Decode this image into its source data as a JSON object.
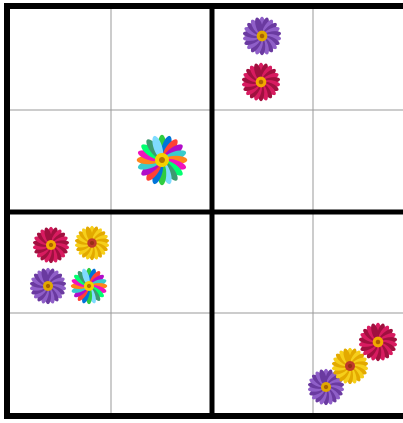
{
  "puzzle": {
    "grid_size": 4,
    "box_size": 2,
    "colors": {
      "board_background": "#ffffff",
      "thin_line": "#9a9a9a",
      "thick_line": "#000000"
    },
    "flower_types": {
      "purple-daisy": {
        "petal": "#8f5fc8",
        "petal_dark": "#6a3aa0",
        "center": "#e0a800"
      },
      "magenta-daisy": {
        "petal": "#d81b60",
        "petal_dark": "#a0103f",
        "center": "#f2a900"
      },
      "yellow-daisy": {
        "petal": "#f6cf1a",
        "petal_dark": "#e3a900",
        "center": "#c0392b"
      },
      "rainbow-daisy": {
        "petal": "multicolor",
        "center": "#f5d000",
        "petal_palette": [
          "#2ecc40",
          "#0074d9",
          "#ff4136",
          "#b10dc9",
          "#39cccc",
          "#ff851b",
          "#f012be",
          "#01ff70",
          "#3d9970",
          "#7fdbff"
        ]
      }
    },
    "cells": [
      {
        "row": 0,
        "col": 2,
        "flowers": [
          "purple-daisy",
          "magenta-daisy"
        ]
      },
      {
        "row": 1,
        "col": 1,
        "flowers": [
          "rainbow-daisy"
        ]
      },
      {
        "row": 2,
        "col": 0,
        "flowers": [
          "magenta-daisy",
          "yellow-daisy",
          "purple-daisy",
          "rainbow-daisy"
        ]
      },
      {
        "row": 3,
        "col": 3,
        "flowers": [
          "purple-daisy",
          "yellow-daisy",
          "magenta-daisy"
        ]
      }
    ]
  }
}
